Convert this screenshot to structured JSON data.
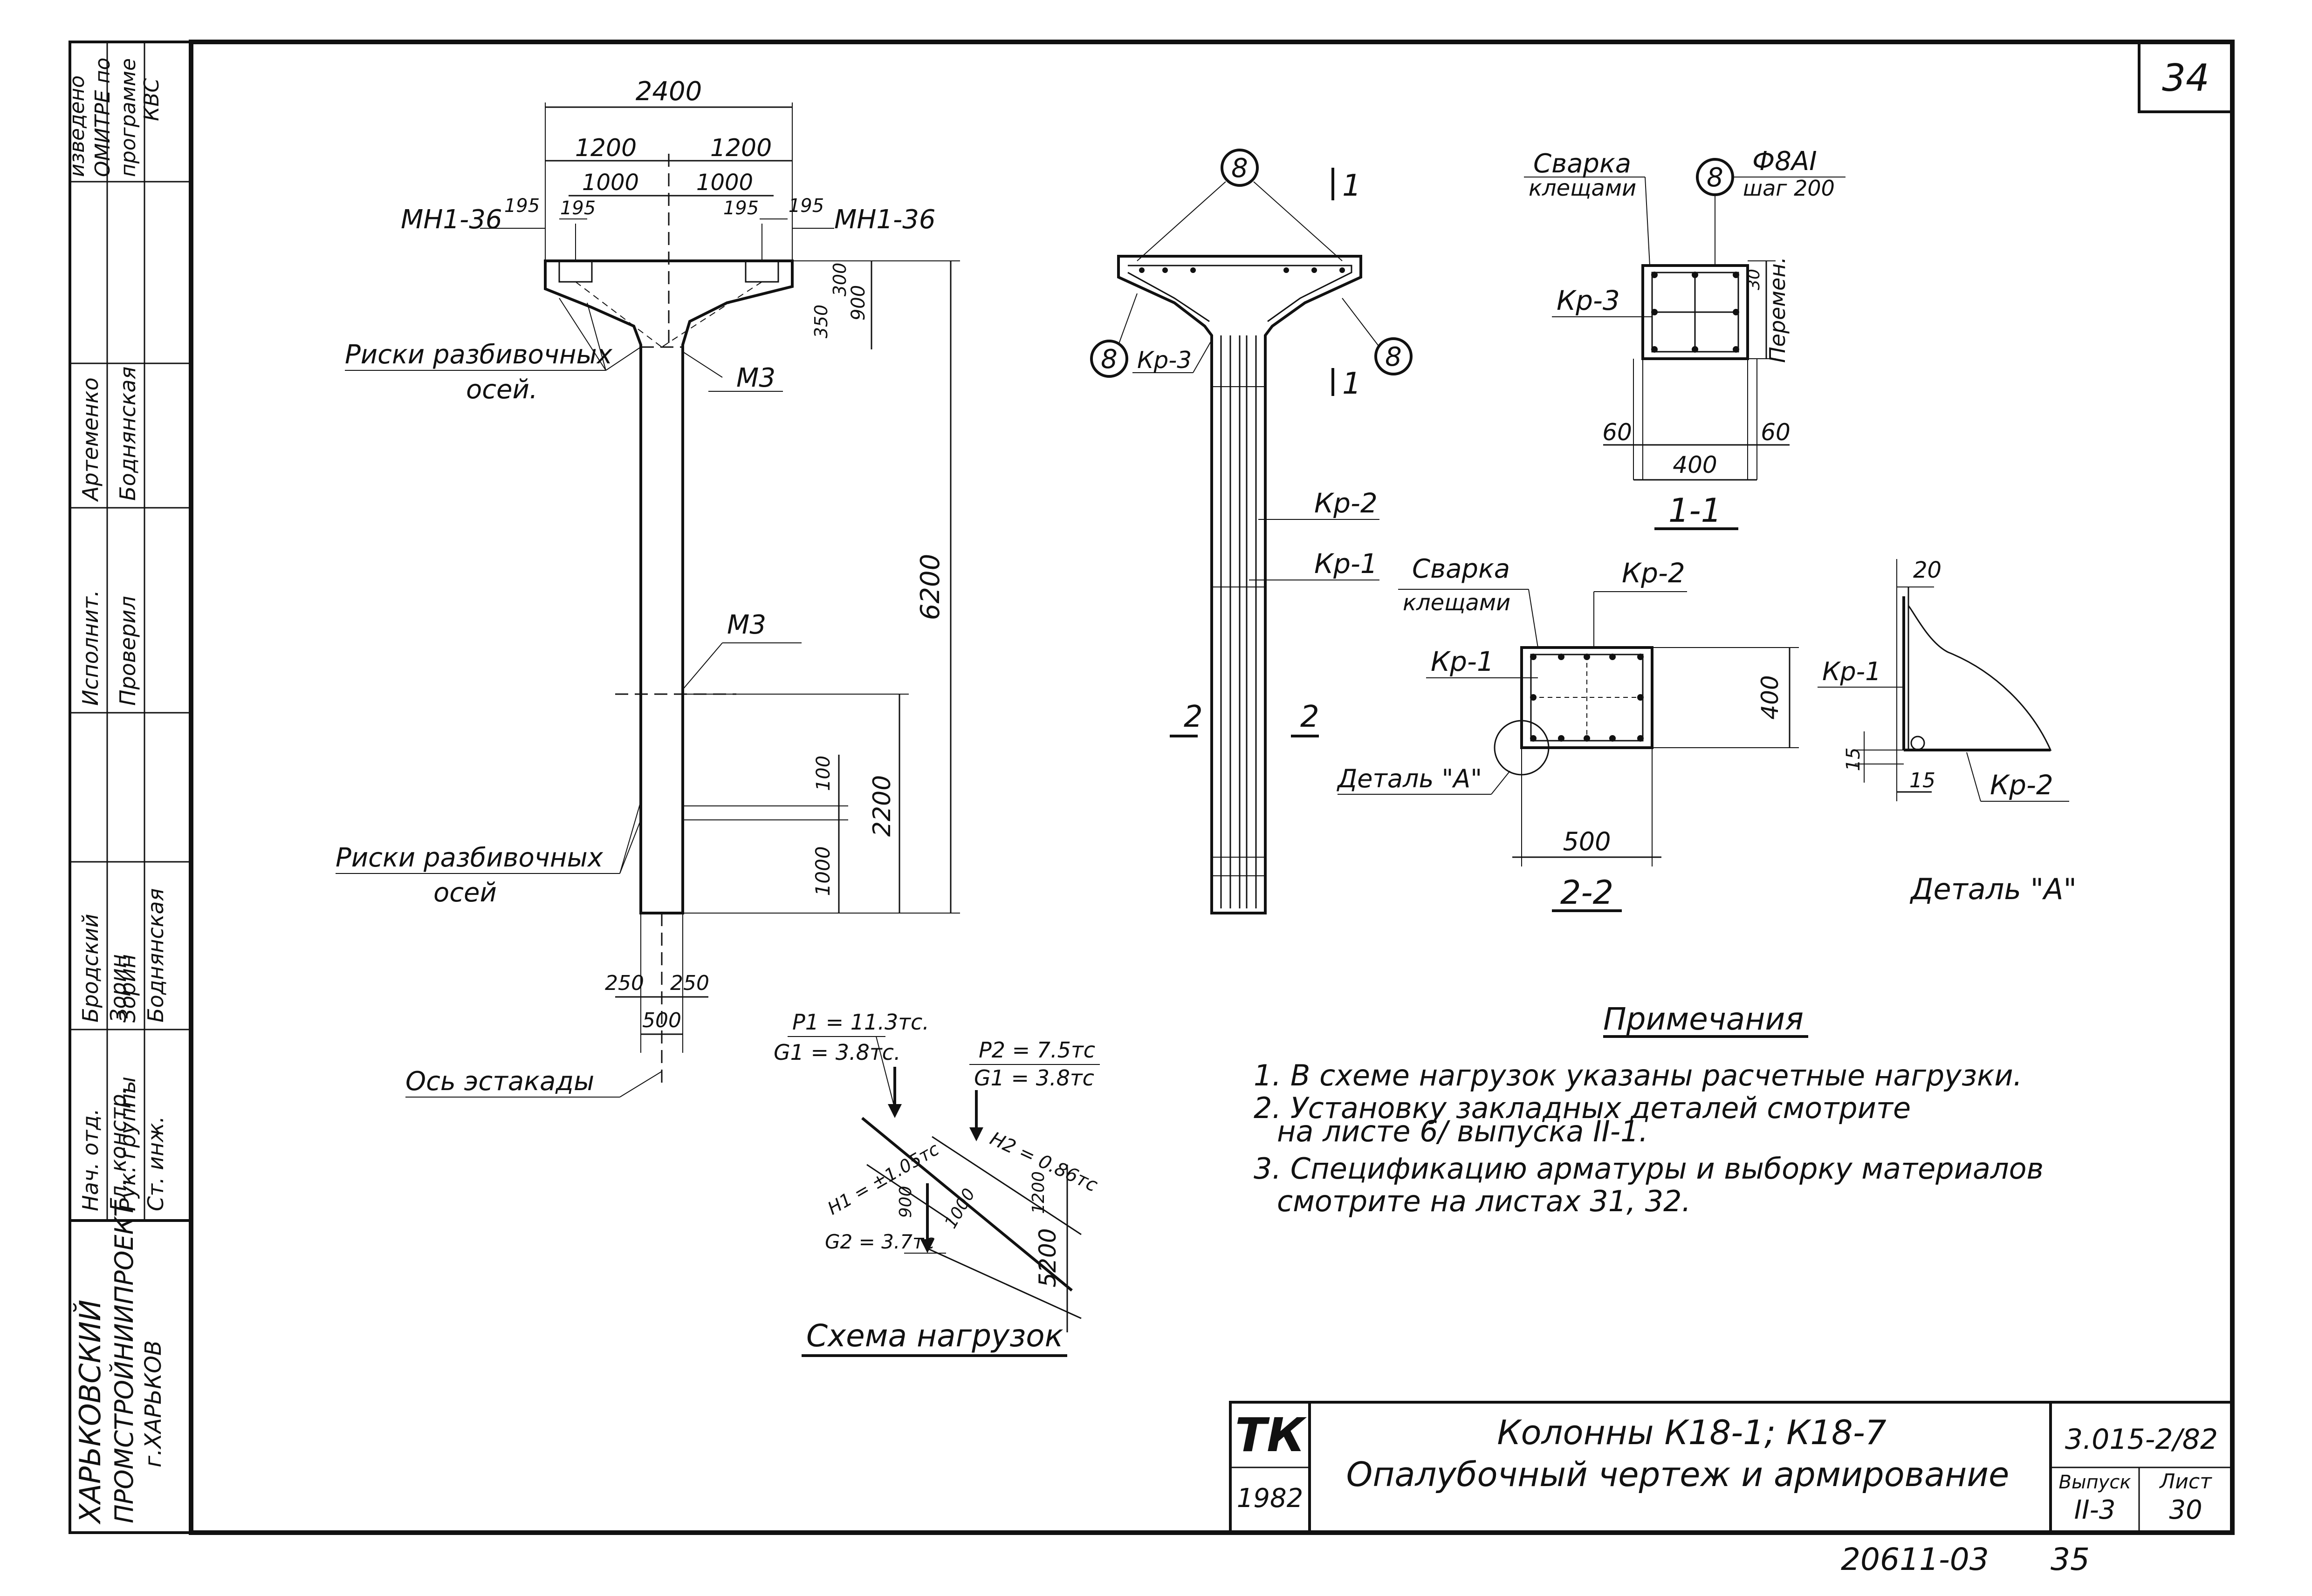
{
  "sheet": {
    "sheet_number_corner": "34",
    "bottom_archive": "20611-03",
    "bottom_archive_page": "35"
  },
  "left_stamp": {
    "organization_line1": "ХАРЬКОВСКИЙ",
    "organization_line2": "ПРОМСТРОЙНИИПРОЕКТ",
    "organization_line3": "г.ХАРЬКОВ",
    "rows": [
      {
        "role": "Нач. отд.",
        "name": "Бродский"
      },
      {
        "role": "Гл. констр.",
        "name": "Зорин"
      },
      {
        "role": "Рук. группы",
        "name": "Зорин"
      },
      {
        "role": "Ст. инж.",
        "name": "Боднянская"
      },
      {
        "role": "Исполнит.",
        "name": "Артеменко"
      },
      {
        "role": "Проверил",
        "name": "Боднянская"
      }
    ],
    "top_note_line1": "изведено",
    "top_note_line2": "ОМИТРЕ по",
    "top_note_line3": "программе",
    "top_note_line4": "КВС"
  },
  "view_front": {
    "dim_total": "2400",
    "dim_half_left": "1200",
    "dim_half_right": "1200",
    "dim_inner_left": "1000",
    "dim_inner_right": "1000",
    "dim_edge_left": "195",
    "dim_edge_left2": "195",
    "dim_edge_right": "195",
    "dim_edge_right2": "195",
    "label_mn_left": "МН1-36",
    "label_mn_right": "МН1-36",
    "dim_300": "300",
    "dim_350": "350",
    "dim_900": "900",
    "label_m3_top": "М3",
    "label_m3_mid": "М3",
    "dim_6200": "6200",
    "dim_2200": "2200",
    "dim_100": "100",
    "dim_1000": "1000",
    "risks_top_line1": "Риски разбивочных",
    "risks_top_line2": "осей.",
    "risks_bottom_line1": "Риски разбивочных",
    "risks_bottom_line2": "осей",
    "dim_250_left": "250",
    "dim_250_right": "250",
    "dim_500": "500",
    "axis_label": "Ось эстакады"
  },
  "view_reinf": {
    "mark_8_top": "8",
    "mark_8_left": "8",
    "mark_8_right": "8",
    "label_kp3": "Кр-3",
    "section_1_top": "1",
    "section_1_bottom": "1",
    "label_kp2": "Кр-2",
    "label_kp1": "Кр-1",
    "section_2_left": "2",
    "section_2_right": "2"
  },
  "section_1_1": {
    "weld_line1": "Сварка",
    "weld_line2": "клещами",
    "mark_8": "8",
    "bar_spec_line1": "Ф8АI",
    "bar_spec_line2": "шаг 200",
    "label_kp3": "Кр-3",
    "dim_30": "30",
    "dim_var": "Перемен.",
    "dim_60_left": "60",
    "dim_400": "400",
    "dim_60_right": "60",
    "title": "1-1"
  },
  "section_2_2": {
    "weld_line1": "Сварка",
    "weld_line2": "клещами",
    "label_kp2": "Кр-2",
    "label_kp1": "Кр-1",
    "dim_400": "400",
    "detail_ref": "Деталь \"А\"",
    "dim_500": "500",
    "title": "2-2"
  },
  "detail_a": {
    "dim_20": "20",
    "label_kp1": "Кр-1",
    "dim_15_v": "15",
    "dim_15_h": "15",
    "label_kp2": "Кр-2",
    "title": "Деталь \"А\""
  },
  "load_scheme": {
    "p1": "P1 = 11.3тс.",
    "g1_left": "G1 = 3.8тс.",
    "p2": "P2 = 7.5тс",
    "g1_right": "G1 = 3.8тс",
    "h1": "H1 = ±1.05тс",
    "h2": "H2 = 0.86тс",
    "dim_900": "900",
    "dim_1000": "1000",
    "dim_1200": "1200",
    "g2": "G2 = 3.7тс",
    "dim_5200": "5200",
    "title": "Схема нагрузок"
  },
  "notes": {
    "heading": "Примечания",
    "item1": "1. В схеме нагрузок указаны расчетные нагрузки.",
    "item2a": "2. Установку закладных деталей смотрите",
    "item2b": "на листе 6/ выпуска II-1.",
    "item3a": "3. Спецификацию арматуры и выборку материалов",
    "item3b": "смотрите на листах 31, 32."
  },
  "title_block": {
    "logo": "ТК",
    "year": "1982",
    "title_line1": "Колонны К18-1; К18-7",
    "title_line2": "Опалубочный чертеж и армирование",
    "code": "3.015-2/82",
    "issue_label": "Выпуск",
    "issue_value": "II-3",
    "sheet_label": "Лист",
    "sheet_value": "30"
  }
}
